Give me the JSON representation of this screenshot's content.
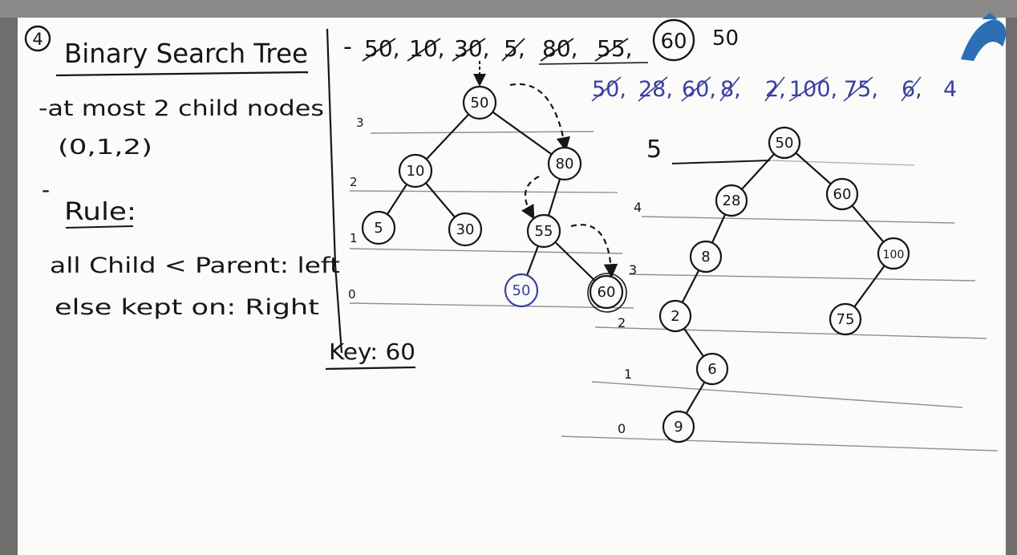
{
  "left_panel": {
    "title_number": "4",
    "title": "Binary Search Tree",
    "line1": "-at most 2 child nodes",
    "line2": "(0,1,2)",
    "rule_label": "Rule:",
    "rule_dash": "-",
    "rule_line1": "all Child < Parent: left",
    "rule_line2": "else kept on: Right"
  },
  "sequence1": {
    "dash": "-",
    "items": [
      "50,",
      "10,",
      "30,",
      "5,",
      "80,",
      "55,"
    ],
    "circled": "60",
    "trailing": "50"
  },
  "sequence2": {
    "items": [
      "50,",
      "28,",
      "60,",
      "8,",
      "2,",
      "100,",
      "75,",
      "6,",
      "4"
    ]
  },
  "key_label": "Key: 60",
  "tree1": {
    "level_labels": [
      "3",
      "2",
      "1",
      "0"
    ],
    "nodes": [
      "50",
      "10",
      "80",
      "5",
      "30",
      "55",
      "50",
      "60"
    ]
  },
  "tree2": {
    "height_label": "5",
    "level_labels": [
      "4",
      "3",
      "2",
      "1",
      "0"
    ],
    "nodes": [
      "50",
      "28",
      "60",
      "8",
      "100",
      "2",
      "75",
      "6",
      "9"
    ]
  },
  "colors": {
    "ink": "#15151a",
    "blue": "#3b3ea0",
    "board": "#fbfbfa",
    "frame": "#6f6e6c"
  }
}
